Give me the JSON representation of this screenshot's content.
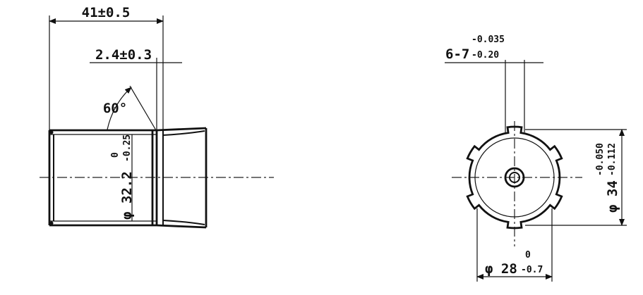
{
  "side_view": {
    "length_dim": "41±0.5",
    "face_dim": "2.4±0.3",
    "angle": "60°",
    "bore_prefix": "φ 32.2",
    "bore_tol_upper": "0",
    "bore_tol_lower": "-0.25"
  },
  "end_view": {
    "slot_width_base": "6-7",
    "slot_width_tol_upper": "-0.035",
    "slot_width_tol_lower": "-0.20",
    "outer_dia_prefix": "φ 34",
    "outer_dia_tol_upper": "-0.050",
    "outer_dia_tol_lower": "-0.112",
    "inner_dia_prefix": "φ 28",
    "inner_dia_tol_upper": "0",
    "inner_dia_tol_lower": "-0.7"
  }
}
